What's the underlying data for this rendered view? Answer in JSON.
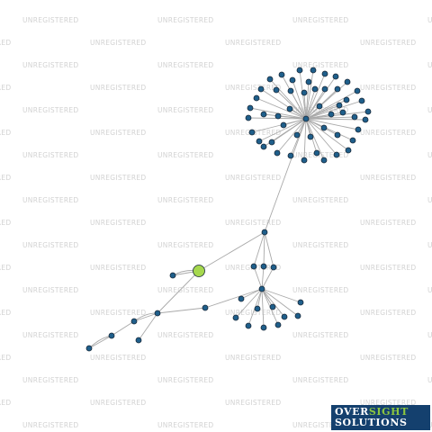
{
  "watermark": {
    "text": "UNREGISTERED"
  },
  "colors": {
    "background": "#ffffff",
    "edge": "#a9a9a9",
    "node": "#1f5f8b",
    "focus_node": "#a6d84e",
    "logo_background": "#14406e",
    "logo_accent": "#8cc63f"
  },
  "logo": {
    "line1_a": "OVER",
    "line1_b": "SIGHT",
    "line2": "SOLUTIONS"
  },
  "graph": {
    "type": "network-diagram",
    "focus_node": "n-focus",
    "hubs": [
      "n-hub-top",
      "n-hub-mid"
    ]
  }
}
